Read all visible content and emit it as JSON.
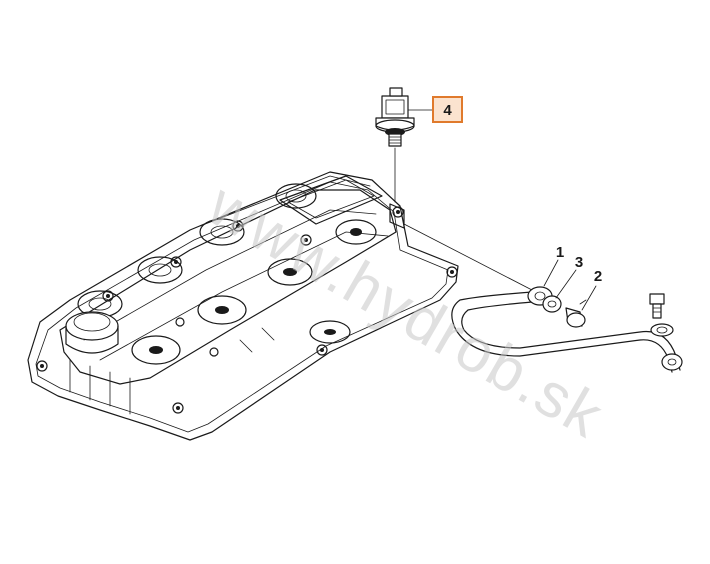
{
  "watermark": "www.hydrob.sk",
  "callouts": {
    "c1": "1",
    "c2": "2",
    "c3": "3",
    "c4": "4"
  },
  "colors": {
    "line": "#1a1a1a",
    "highlight_border": "#e07a2c",
    "highlight_fill": "#fbe3cf",
    "watermark": "#c8c8c8"
  }
}
